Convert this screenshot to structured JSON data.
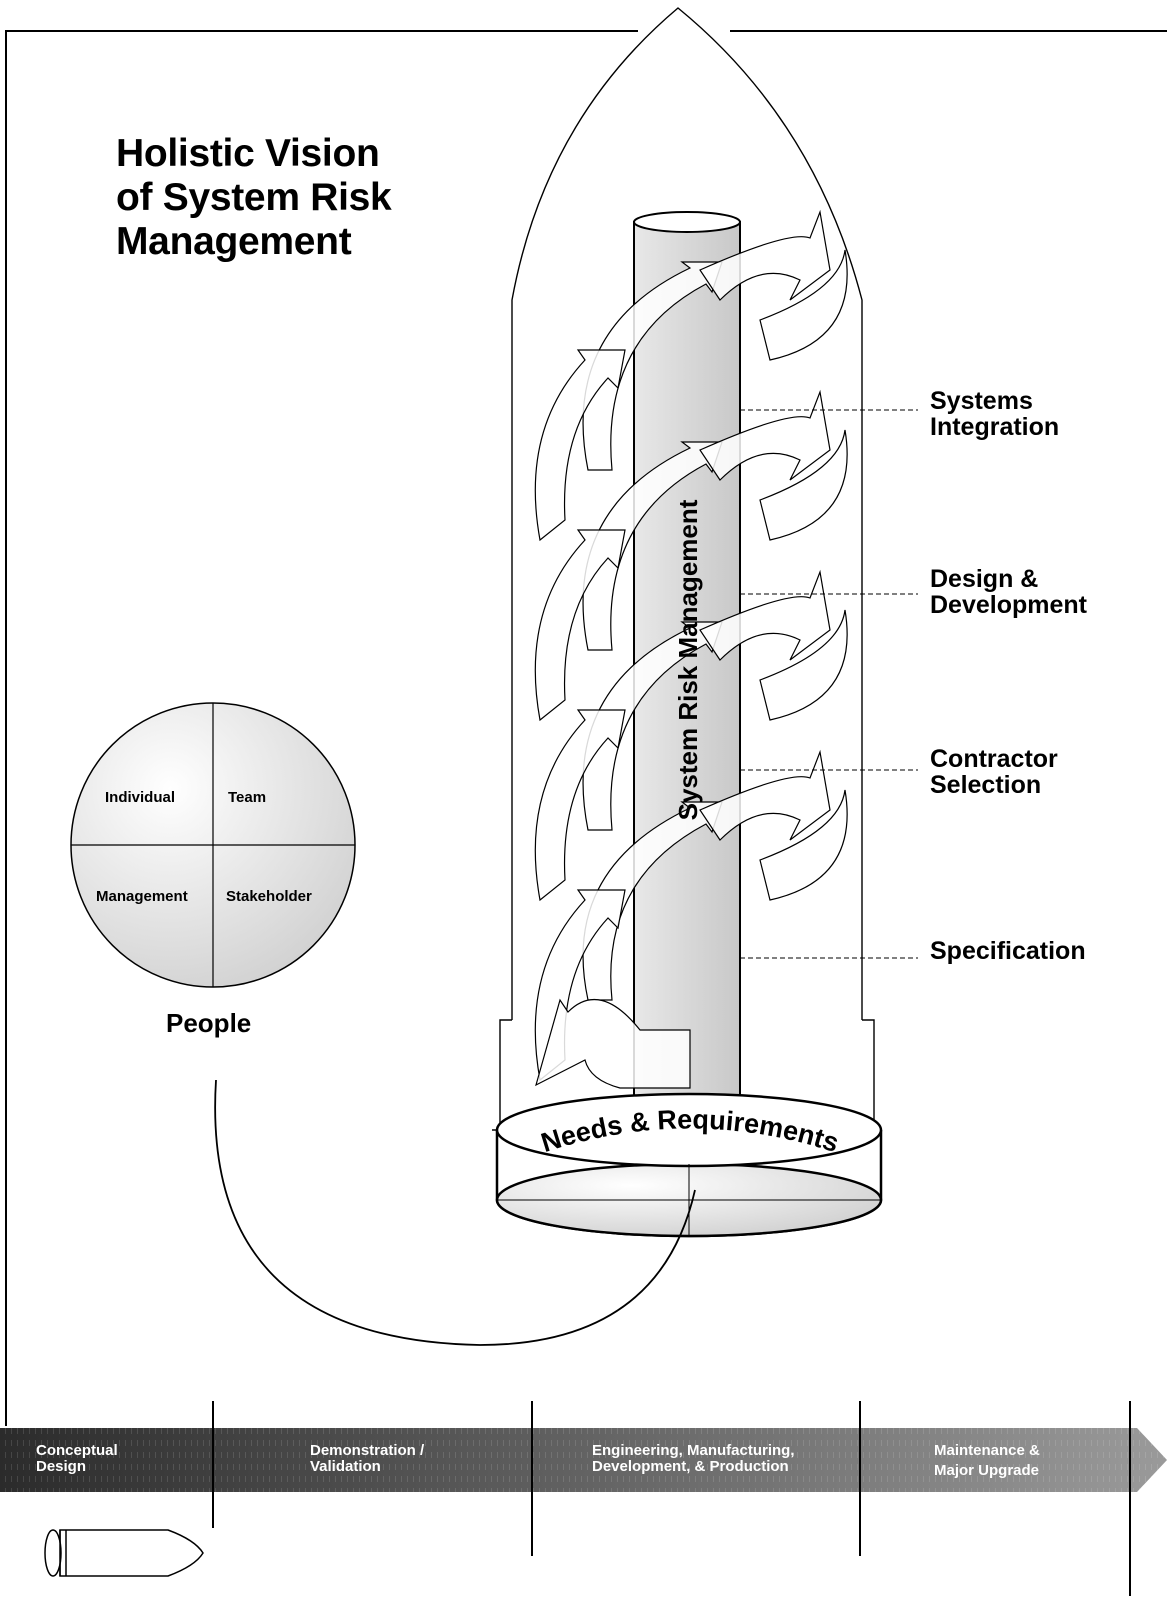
{
  "title": {
    "line1": "Holistic Vision",
    "line2": "of System Risk",
    "line3": "Management"
  },
  "column_label": "System Risk Management",
  "base_label": "Needs & Requirements",
  "people": {
    "label": "People",
    "quadrants": {
      "top_left": "Individual",
      "top_right": "Team",
      "bottom_left": "Management",
      "bottom_right": "Stakeholder"
    }
  },
  "stages": [
    {
      "line1": "Systems",
      "line2": "Integration"
    },
    {
      "line1": "Design &",
      "line2": "Development"
    },
    {
      "line1": "Contractor",
      "line2": "Selection"
    },
    {
      "line1": "Specification",
      "line2": ""
    }
  ],
  "phases": [
    {
      "line1": "Conceptual",
      "line2": "Design"
    },
    {
      "line1": "Demonstration /",
      "line2": "Validation"
    },
    {
      "line1": "Engineering, Manufacturing,",
      "line2": "Development, & Production"
    },
    {
      "line1": "Maintenance &",
      "line2": "Major Upgrade"
    }
  ],
  "colors": {
    "phase_bar_start": "#2b2b2b",
    "phase_bar_end": "#9a9a9a",
    "column_fill": "#d9d9d9"
  }
}
